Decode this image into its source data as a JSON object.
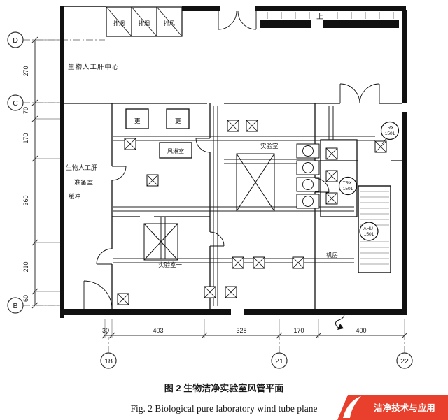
{
  "figure": {
    "caption_cn": "图 2  生物洁净实验室风管平面",
    "caption_en": "Fig. 2  Biological pure laboratory wind tube plane"
  },
  "brand": {
    "name": "洁净技术与应用",
    "color": "#e8402c"
  },
  "grid": {
    "rows": [
      "D",
      "C",
      "B"
    ],
    "cols": [
      "18",
      "21",
      "22"
    ]
  },
  "dimensions": {
    "left": [
      "270",
      "70",
      "170",
      "360",
      "210",
      "60"
    ],
    "bottom": [
      "30",
      "403",
      "328",
      "170",
      "400"
    ]
  },
  "rooms": {
    "exhaust1": "排烟",
    "exhaust2": "排烟",
    "exhaust3": "排风",
    "up": "上",
    "liver_center": "生物人工肝中心",
    "prep_l1": "生物人工肝",
    "prep_l2": "准备室",
    "buffer": "缓冲",
    "change1": "更",
    "change2": "更",
    "air_shower": "风淋室",
    "lab_right": "实验室",
    "lab_left": "实验室一",
    "machine_room": "机房"
  },
  "equipment": {
    "trx1_l1": "TRX",
    "trx1_l2": "1501",
    "trx2_l1": "TRX",
    "trx2_l2": "1501",
    "ahu_l1": "AHU",
    "ahu_l2": "1501"
  }
}
